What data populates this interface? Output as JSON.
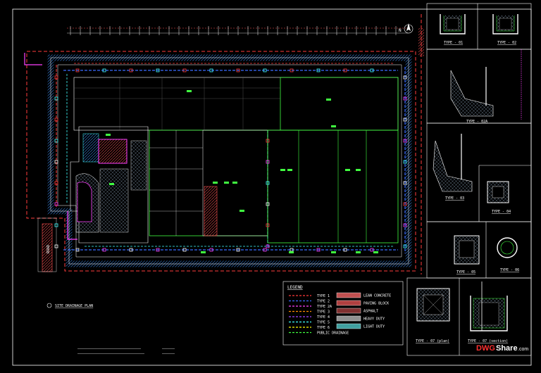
{
  "title": {
    "plan": "SITE DRAINAGE PLAN",
    "north": "N"
  },
  "legend": {
    "title": "LEGEND",
    "lines": [
      {
        "label": "TYPE 1",
        "color": "#ff3b3b"
      },
      {
        "label": "TYPE 2",
        "color": "#3b6bff"
      },
      {
        "label": "TYPE 2A",
        "color": "#ff40ff"
      },
      {
        "label": "TYPE 3",
        "color": "#ff8c00"
      },
      {
        "label": "TYPE 4",
        "color": "#a040ff"
      },
      {
        "label": "TYPE 5",
        "color": "#40ffff"
      },
      {
        "label": "TYPE 6",
        "color": "#ffff00"
      },
      {
        "label": "PUBLIC DRAINAGE",
        "color": "#40ff40"
      }
    ],
    "hatches": [
      {
        "label": "LEAN CONCRETE",
        "color": "#c05050"
      },
      {
        "label": "PAVING BLOCK",
        "color": "#b04040"
      },
      {
        "label": "ASPHALT",
        "color": "#803030"
      },
      {
        "label": "HEAVY DUTY",
        "color": "#909090"
      },
      {
        "label": "LIGHT DUTY",
        "color": "#40a0a0"
      }
    ]
  },
  "details": [
    {
      "label": "TYPE - 01"
    },
    {
      "label": "TYPE - 02"
    },
    {
      "label": "TYPE - 02A"
    },
    {
      "label": "TYPE - 03"
    },
    {
      "label": "TYPE - 04"
    },
    {
      "label": "TYPE - 05"
    },
    {
      "label": "TYPE - 06"
    },
    {
      "label": "TYPE - 07 (plan)"
    },
    {
      "label": "TYPE - 07 (section)"
    }
  ],
  "road_label": "ROAD",
  "watermark": {
    "brand1": "DWG",
    "brand2": "Share",
    "suffix": ".com"
  },
  "colors": {
    "frame": "#ffffff",
    "building": "#40ff40",
    "drain": "#ff3b3b",
    "wall": "#ff40ff",
    "hatch": "#3070c0"
  }
}
